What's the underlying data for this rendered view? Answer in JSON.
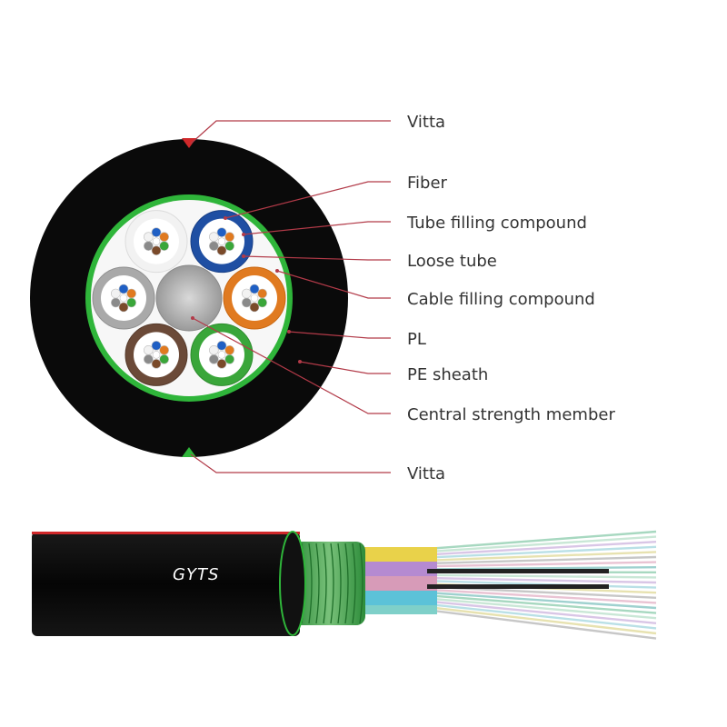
{
  "labels": {
    "vitta_top": "Vitta",
    "fiber": "Fiber",
    "tube_filling": "Tube filling compound",
    "loose_tube": "Loose tube",
    "cable_filling": "Cable filling compound",
    "pl": "PL",
    "pe_sheath": "PE sheath",
    "central_member": "Central strength member",
    "vitta_bottom": "Vitta"
  },
  "cable_marking": "GYTS",
  "tubes": [
    {
      "name": "white",
      "color": "#f2f2f2",
      "ring": "#dcdcdc"
    },
    {
      "name": "blue",
      "color": "#1f4fa3",
      "ring": "#173e85"
    },
    {
      "name": "orange",
      "color": "#e07a20",
      "ring": "#c96812"
    },
    {
      "name": "green",
      "color": "#3aa63a",
      "ring": "#2e8b2e"
    },
    {
      "name": "brown",
      "color": "#6b4a38",
      "ring": "#553a2b"
    },
    {
      "name": "grey",
      "color": "#a9a9a9",
      "ring": "#8f8f8f"
    }
  ],
  "fiber_colors": [
    "#1f5fc4",
    "#e07a20",
    "#3aa63a",
    "#7a4a2a",
    "#8a8a8a",
    "#f2f2f2"
  ],
  "colors": {
    "sheath": "#0a0a0a",
    "pl_green": "#2fb53a",
    "leader": "#b23a48",
    "vitta_top": "#d0282a",
    "vitta_bottom": "#2fb53a"
  }
}
